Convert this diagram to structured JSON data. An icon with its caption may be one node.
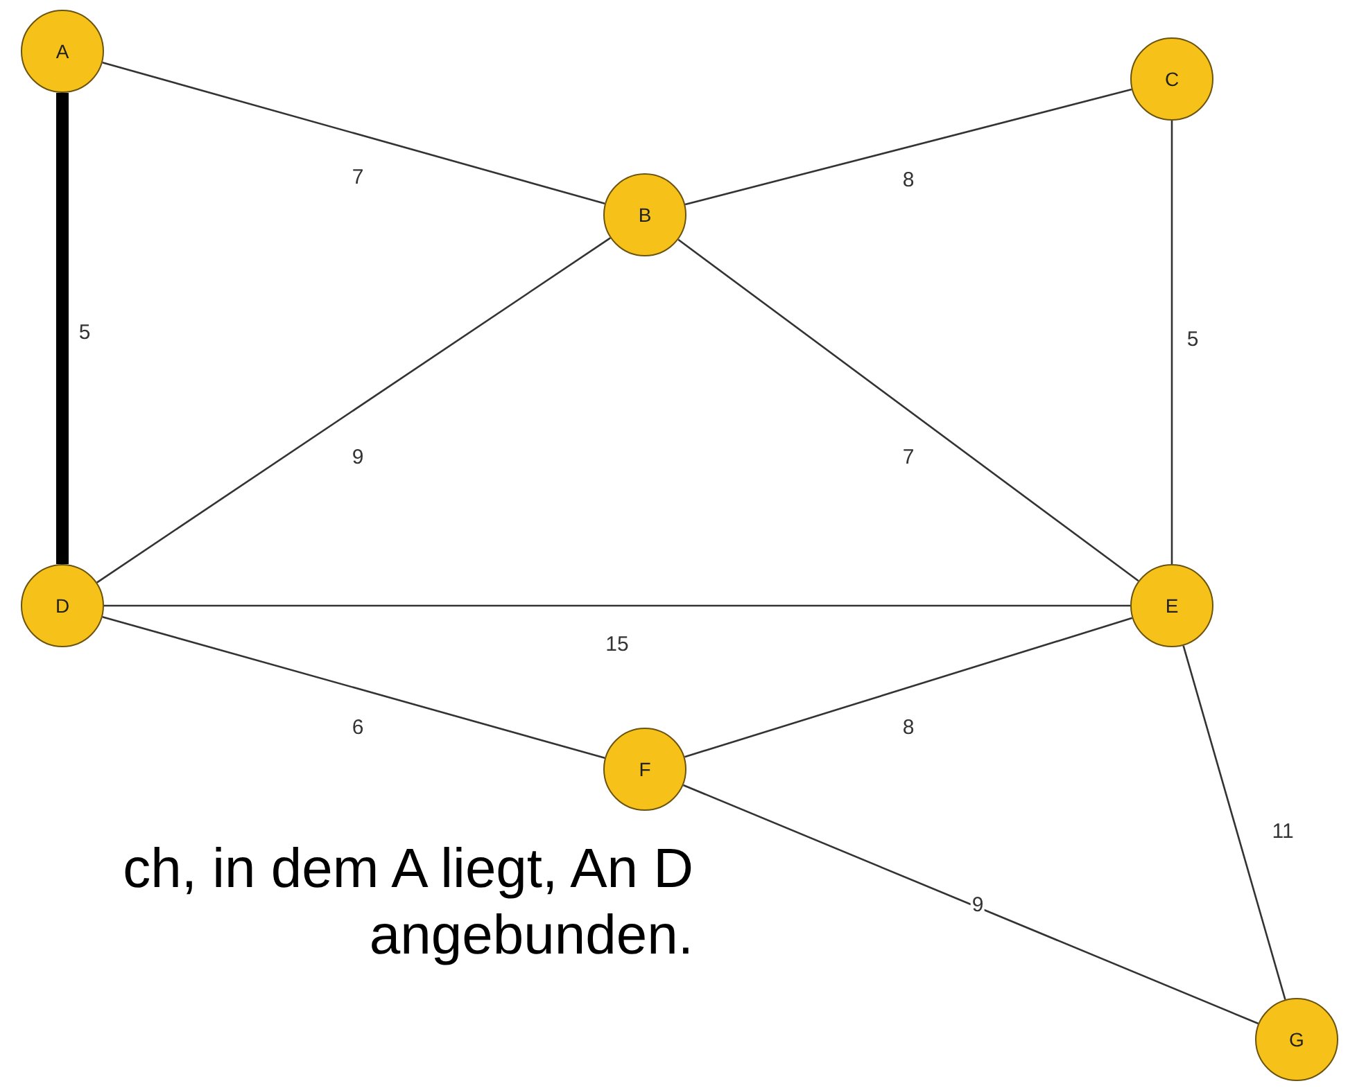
{
  "diagram": {
    "nodes": [
      {
        "text": [
          "A"
        ]
      },
      {
        "text": [
          "B"
        ]
      },
      {
        "text": [
          "C"
        ]
      },
      {
        "text": [
          "D"
        ]
      },
      {
        "text": [
          "E"
        ]
      },
      {
        "text": [
          "F"
        ]
      },
      {
        "text": [
          "G"
        ]
      }
    ],
    "edges": [
      {
        "from": 0,
        "to": 1,
        "arrow": "none",
        "label": "7"
      },
      {
        "from": 0,
        "to": 3,
        "arrow": "none",
        "label": "5",
        "style": "thick"
      },
      {
        "from": 1,
        "to": 2,
        "arrow": "none",
        "label": "8"
      },
      {
        "from": 3,
        "to": 1,
        "arrow": "none",
        "label": "9"
      },
      {
        "from": 1,
        "to": 4,
        "arrow": "none",
        "label": "7"
      },
      {
        "from": 2,
        "to": 4,
        "arrow": "none",
        "label": "5"
      },
      {
        "from": 3,
        "to": 4,
        "arrow": "none",
        "label": "15"
      },
      {
        "from": 3,
        "to": 5,
        "arrow": "none",
        "label": "6"
      },
      {
        "from": 5,
        "to": 4,
        "arrow": "none",
        "label": "8"
      },
      {
        "from": 4,
        "to": 6,
        "arrow": "none",
        "label": "11"
      },
      {
        "from": 5,
        "to": 6,
        "arrow": "none",
        "label": "9"
      }
    ],
    "labels": [
      "ch, in dem A liegt, An D angebunden."
    ]
  }
}
